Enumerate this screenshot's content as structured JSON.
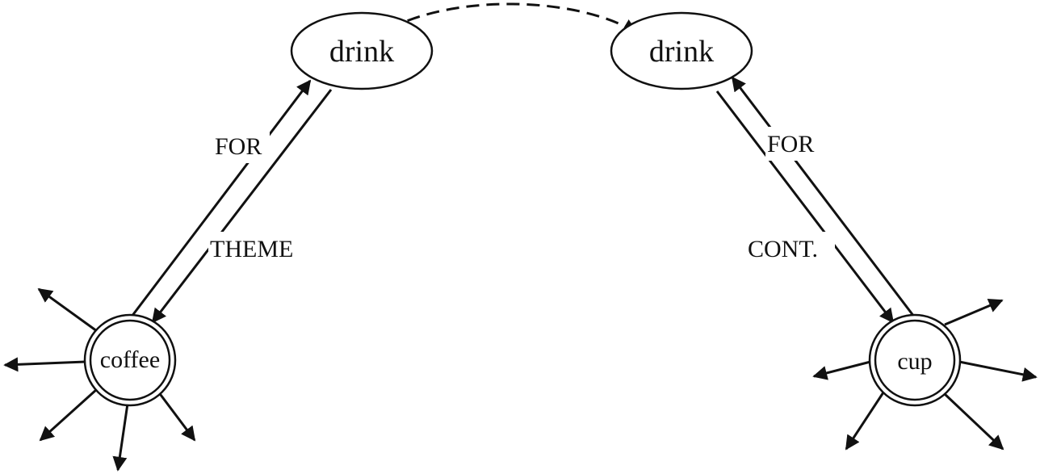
{
  "nodes": {
    "drink_left": {
      "label": "drink"
    },
    "drink_right": {
      "label": "drink"
    },
    "coffee": {
      "label": "coffee"
    },
    "cup": {
      "label": "cup"
    }
  },
  "edges": {
    "for_left": {
      "label": "FOR"
    },
    "theme": {
      "label": "THEME"
    },
    "for_right": {
      "label": "FOR"
    },
    "cont": {
      "label": "CONT."
    }
  }
}
